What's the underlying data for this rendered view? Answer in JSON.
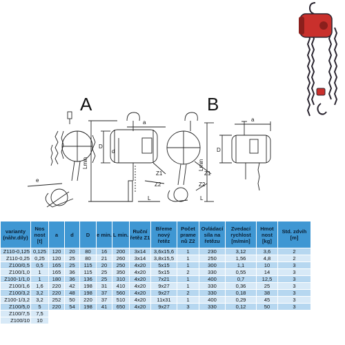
{
  "drawing": {
    "label_a": "A",
    "label_b": "B",
    "dims_a": {
      "a": "a",
      "d": "d",
      "D": "D",
      "lmin": "Lmin",
      "z1": "Z1",
      "z2": "Z2",
      "e": "e",
      "l": "L"
    },
    "dims_b": {
      "a": "a",
      "D": "D",
      "lmin": "Lmin",
      "z1": "Z1",
      "z2": "Z2",
      "l": "L"
    }
  },
  "table": {
    "headers": [
      "varianty (nåhr.díly)",
      "Nos nost [t]",
      "a",
      "d",
      "D",
      "e min.",
      "L min.",
      "Ruční řetěz Z1",
      "Břeme nový řetěz",
      "Počet prame nů Z2",
      "Ovládací síla na řetězu",
      "Zvedací rychlost [m/min]",
      "Hmot nost [kg]",
      "Std. zdvih [m]"
    ],
    "rows": [
      [
        "Z110-0,125",
        "0,125",
        "120",
        "20",
        "80",
        "16",
        "200",
        "3x14",
        "3,6x15,6",
        "1",
        "230",
        "3,12",
        "3,6",
        "2"
      ],
      [
        "Z110-0,25",
        "0,25",
        "120",
        "25",
        "80",
        "21",
        "260",
        "3x14",
        "3,8x15,5",
        "1",
        "250",
        "1,56",
        "4,8",
        "2"
      ],
      [
        "Z100/0,5",
        "0,5",
        "165",
        "25",
        "115",
        "20",
        "250",
        "4x20",
        "5x15",
        "1",
        "300",
        "1,1",
        "10",
        "3"
      ],
      [
        "Z100/1,0",
        "1",
        "165",
        "36",
        "115",
        "25",
        "350",
        "4x20",
        "5x15",
        "2",
        "330",
        "0,55",
        "14",
        "3"
      ],
      [
        "Z100-1/1,0",
        "1",
        "180",
        "36",
        "136",
        "25",
        "310",
        "4x20",
        "7x21",
        "1",
        "400",
        "0,7",
        "12,5",
        "3"
      ],
      [
        "Z100/1,6",
        "1,6",
        "220",
        "42",
        "198",
        "31",
        "410",
        "4x20",
        "9x27",
        "1",
        "330",
        "0,36",
        "25",
        "3"
      ],
      [
        "Z100/3,2",
        "3,2",
        "220",
        "48",
        "198",
        "37",
        "560",
        "4x20",
        "9x27",
        "2",
        "330",
        "0,18",
        "38",
        "3"
      ],
      [
        "Z100-1/3,2",
        "3,2",
        "252",
        "50",
        "220",
        "37",
        "510",
        "4x20",
        "11x31",
        "1",
        "400",
        "0,29",
        "45",
        "3"
      ],
      [
        "Z100/5,0",
        "5",
        "220",
        "54",
        "198",
        "41",
        "650",
        "4x20",
        "9x27",
        "3",
        "330",
        "0,12",
        "50",
        "3"
      ],
      [
        "Z100/7,5",
        "7,5",
        "",
        "",
        "",
        "",
        "",
        "",
        "",
        "",
        "",
        "",
        "",
        ""
      ],
      [
        "Z100/10",
        "10",
        "",
        "",
        "",
        "",
        "",
        "",
        "",
        "",
        "",
        "",
        "",
        ""
      ]
    ]
  }
}
